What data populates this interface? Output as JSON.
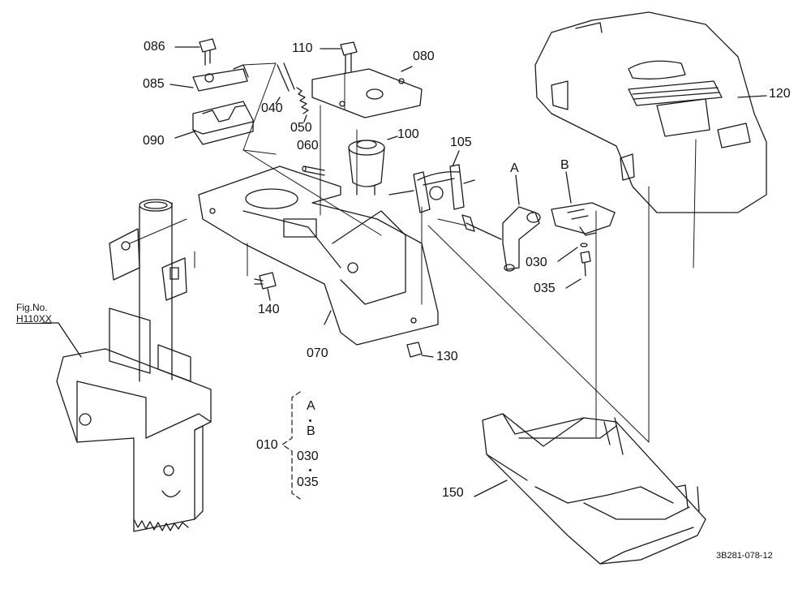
{
  "labels": {
    "p086": "086",
    "p085": "085",
    "p090": "090",
    "p110": "110",
    "p080": "080",
    "p040": "040",
    "p050": "050",
    "p060": "060",
    "p100": "100",
    "p105": "105",
    "pA": "A",
    "pB": "B",
    "p120": "120",
    "p030": "030",
    "p035": "035",
    "p140": "140",
    "p070": "070",
    "p130": "130",
    "p150": "150"
  },
  "figref": {
    "line1": "Fig.No.",
    "line2": "H110XX"
  },
  "kit": {
    "number": "010",
    "items": [
      "A",
      "B",
      "030",
      "035"
    ]
  },
  "drawing_code": "3B281-078-12"
}
